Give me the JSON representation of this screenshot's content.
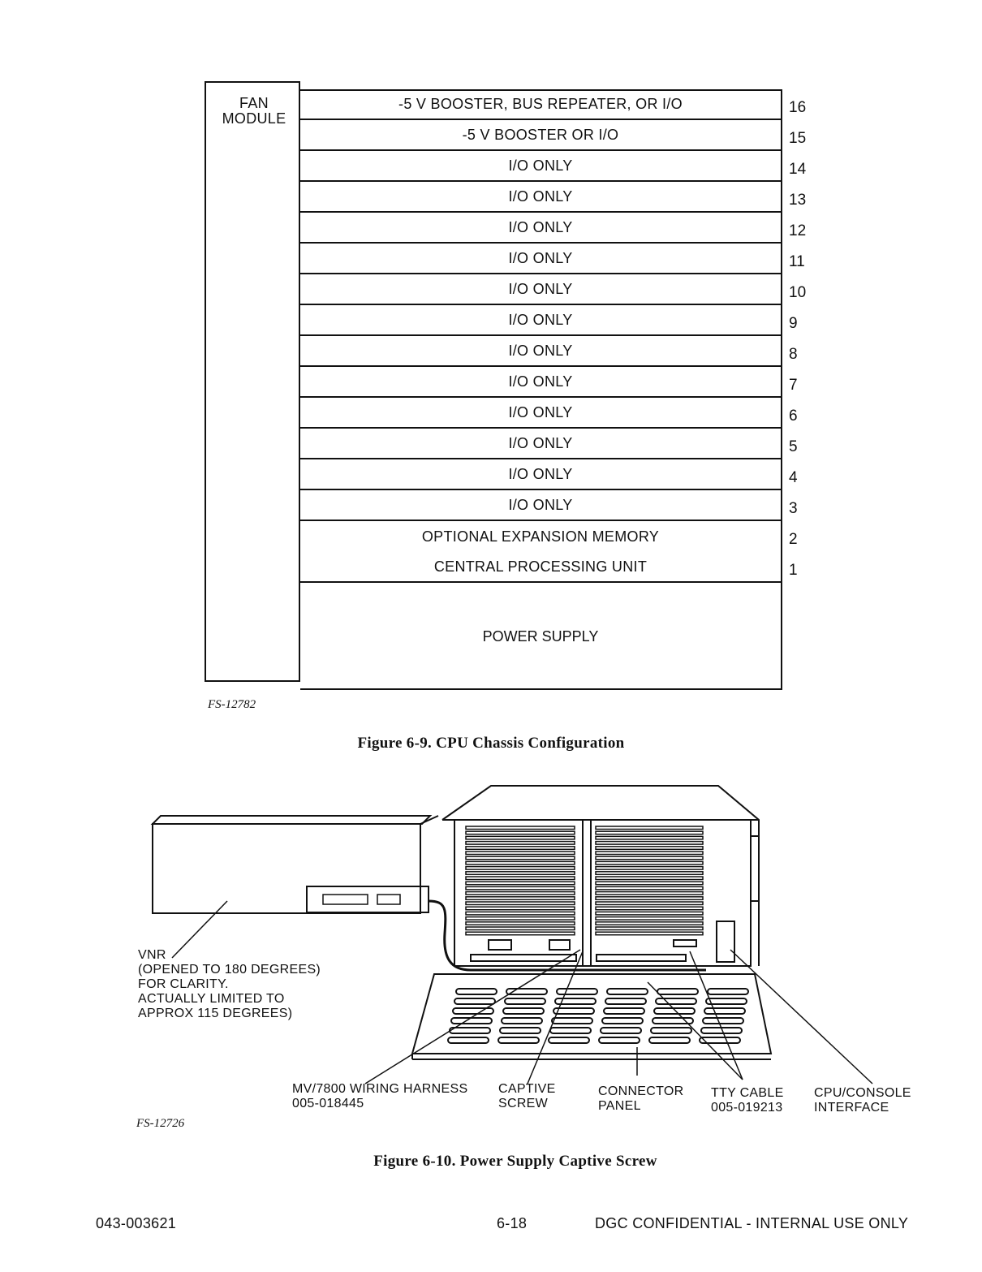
{
  "figure_6_9": {
    "fan_module_label": "FAN\nMODULE",
    "slots": [
      {
        "label": "-5 V BOOSTER, BUS REPEATER, OR I/O",
        "number": "16"
      },
      {
        "label": "-5 V BOOSTER OR I/O",
        "number": "15"
      },
      {
        "label": "I/O ONLY",
        "number": "14"
      },
      {
        "label": "I/O ONLY",
        "number": "13"
      },
      {
        "label": "I/O ONLY",
        "number": "12"
      },
      {
        "label": "I/O ONLY",
        "number": "11"
      },
      {
        "label": "I/O ONLY",
        "number": "10"
      },
      {
        "label": "I/O ONLY",
        "number": "9"
      },
      {
        "label": "I/O ONLY",
        "number": "8"
      },
      {
        "label": "I/O ONLY",
        "number": "7"
      },
      {
        "label": "I/O ONLY",
        "number": "6"
      },
      {
        "label": "I/O ONLY",
        "number": "5"
      },
      {
        "label": "I/O ONLY",
        "number": "4"
      },
      {
        "label": "I/O ONLY",
        "number": "3"
      },
      {
        "label": "OPTIONAL EXPANSION MEMORY",
        "number": "2"
      },
      {
        "label": "CENTRAL PROCESSING UNIT",
        "number": "1"
      }
    ],
    "power_supply_label": "POWER SUPPLY",
    "fs_number": "FS-12782",
    "caption": "Figure 6-9.  CPU Chassis Configuration"
  },
  "figure_6_10": {
    "vnr_callout": "VNR\n(OPENED TO 180 DEGREES)\nFOR CLARITY.\nACTUALLY LIMITED TO\nAPPROX 115 DEGREES)",
    "harness_callout": "MV/7800 WIRING HARNESS\n005-018445",
    "captive_screw_callout": "CAPTIVE\nSCREW",
    "connector_panel_callout": "CONNECTOR\nPANEL",
    "tty_cable_callout": "TTY CABLE\n005-019213",
    "cpu_console_callout": "CPU/CONSOLE\nINTERFACE",
    "fs_number": "FS-12726",
    "caption": "Figure 6-10.  Power Supply Captive Screw"
  },
  "footer": {
    "doc_number": "043-003621",
    "page_number": "6-18",
    "confidentiality": "DGC CONFIDENTIAL - INTERNAL USE ONLY"
  }
}
